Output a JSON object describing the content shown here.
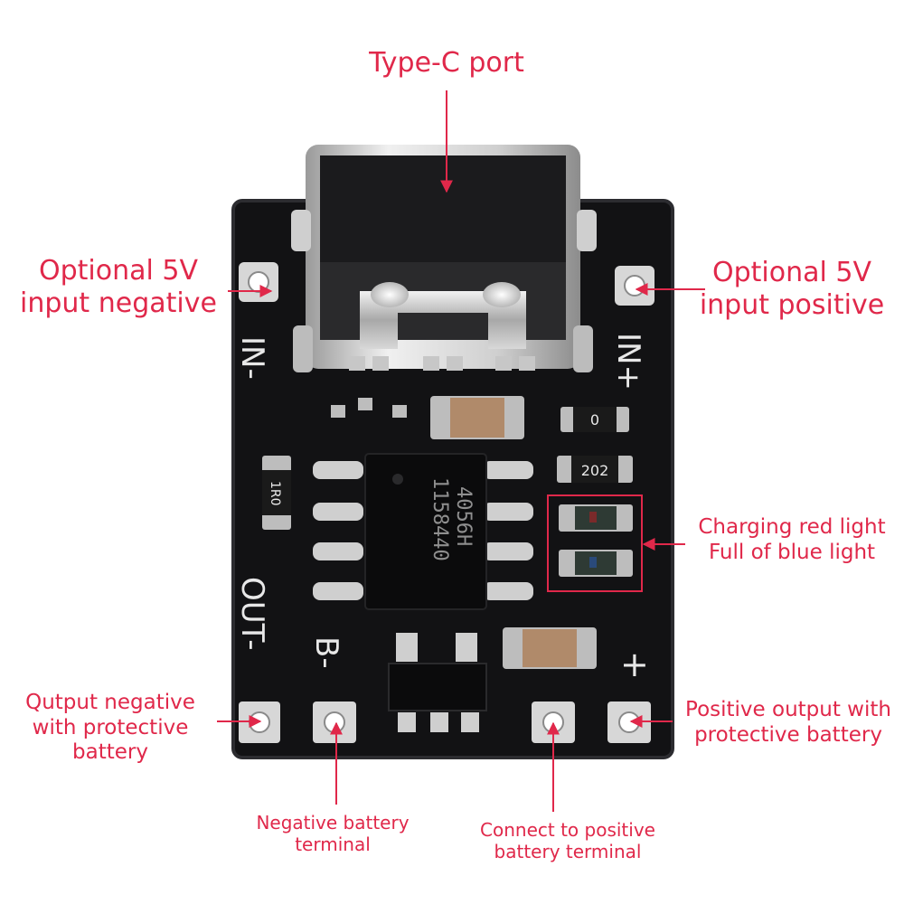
{
  "labels": {
    "type_c": "Type-C port",
    "in_neg": [
      "Optional 5V",
      "input negative"
    ],
    "in_pos": [
      "Optional 5V",
      "input positive"
    ],
    "leds": [
      "Charging red light",
      "Full of blue light"
    ],
    "out_neg": [
      "Qutput negative",
      "with protective",
      "battery"
    ],
    "out_pos": [
      "Positive output with",
      "protective battery"
    ],
    "bat_neg": [
      "Negative battery",
      "terminal"
    ],
    "bat_pos": [
      "Connect to positive",
      "battery terminal"
    ]
  },
  "silkscreen": {
    "in_minus": "IN-",
    "in_plus": "IN+",
    "out_minus": "OUT-",
    "b_minus": "B-",
    "plus": "+",
    "resistor_1": "0",
    "resistor_2": "202",
    "resistor_3": "1R0",
    "chip_line1": "4056H",
    "chip_line2": "1158440"
  },
  "colors": {
    "annotation": "#e0284a",
    "board": "#121214",
    "silkscreen": "#e8e8e8",
    "metal": "#c9c9c9"
  }
}
